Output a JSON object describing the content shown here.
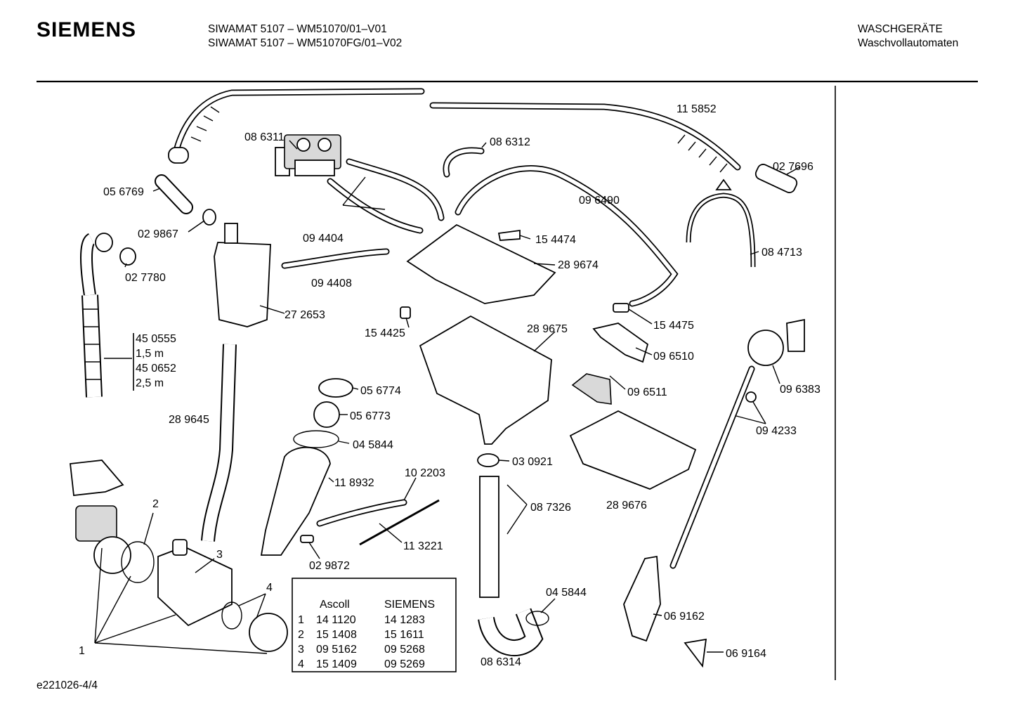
{
  "header": {
    "brand": "SIEMENS",
    "model_line_1": "SIWAMAT 5107 – WM51070/01–V01",
    "model_line_2": "SIWAMAT 5107 – WM51070FG/01–V02",
    "category_line_1": "WASCHGERÄTE",
    "category_line_2": "Waschvollautomaten"
  },
  "footer": {
    "drawing_id": "e221026-4/4"
  },
  "part_labels": {
    "p115852": "11 5852",
    "p086311": "08 6311",
    "p086312": "08 6312",
    "p027696": "02 7696",
    "p056769": "05 6769",
    "p029867": "02 9867",
    "p094404": "09 4404",
    "p096490": "09 6490",
    "p154474": "15 4474",
    "p084713": "08 4713",
    "p027780": "02 7780",
    "p094408": "09 4408",
    "p289674": "28 9674",
    "p272653": "27 2653",
    "p154425": "15 4425",
    "p289675": "28 9675",
    "p154475": "15 4475",
    "p096510": "09 6510",
    "p096383": "09 6383",
    "p450555": "45 0555",
    "len_1": "1,5 m",
    "p450652": "45 0652",
    "len_2": "2,5 m",
    "p056774": "05 6774",
    "p096511": "09 6511",
    "p094233": "09 4233",
    "p289645": "28 9645",
    "p056773": "05 6773",
    "p045844a": "04 5844",
    "p102203": "10 2203",
    "p030921": "03 0921",
    "p118932": "11 8932",
    "p087326": "08 7326",
    "p289676": "28 9676",
    "p113221": "11 3221",
    "p029872": "02 9872",
    "p045844b": "04 5844",
    "p069162": "06 9162",
    "p069164": "06 9164",
    "p086314": "08 6314",
    "n1": "1",
    "n2": "2",
    "n3": "3",
    "n4": "4"
  },
  "table": {
    "headers": [
      "Ascoll",
      "SIEMENS"
    ],
    "rows": [
      {
        "index": "1",
        "ascoll": "14 1120",
        "siemens": "14 1283"
      },
      {
        "index": "2",
        "ascoll": "15 1408",
        "siemens": "15 1611"
      },
      {
        "index": "3",
        "ascoll": "09 5162",
        "siemens": "09 5268"
      },
      {
        "index": "4",
        "ascoll": "15 1409",
        "siemens": "09 5269"
      }
    ]
  }
}
